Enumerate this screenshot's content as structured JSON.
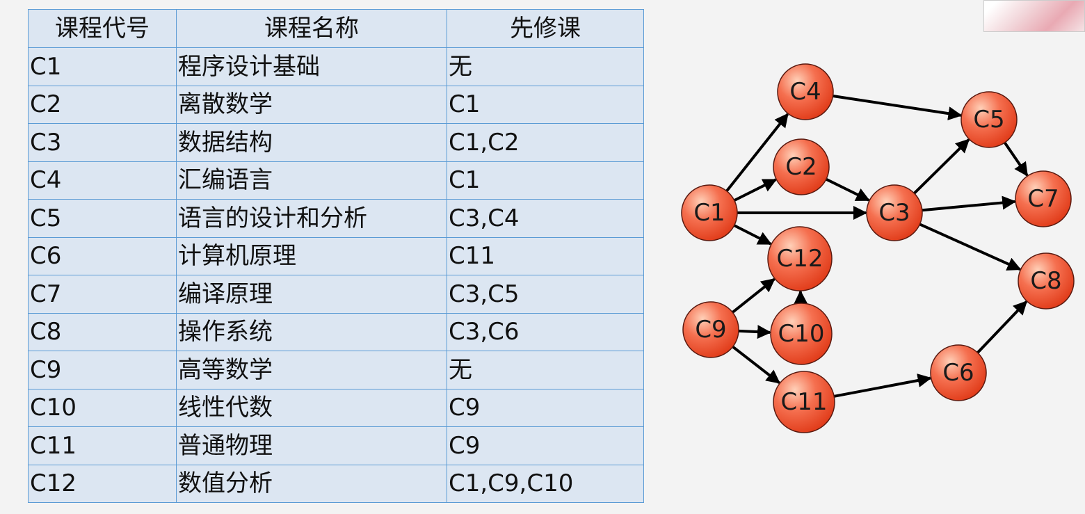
{
  "table": {
    "headers": [
      "课程代号",
      "课程名称",
      "先修课"
    ],
    "rows": [
      [
        "C1",
        "程序设计基础",
        "无"
      ],
      [
        "C2",
        "离散数学",
        "C1"
      ],
      [
        "C3",
        "数据结构",
        "C1,C2"
      ],
      [
        "C4",
        "汇编语言",
        "C1"
      ],
      [
        "C5",
        "语言的设计和分析",
        "C3,C4"
      ],
      [
        "C6",
        "计算机原理",
        "C11"
      ],
      [
        "C7",
        "编译原理",
        "C3,C5"
      ],
      [
        "C8",
        "操作系统",
        "C3,C6"
      ],
      [
        "C9",
        "高等数学",
        "无"
      ],
      [
        "C10",
        "线性代数",
        "C9"
      ],
      [
        "C11",
        "普通物理",
        "C9"
      ],
      [
        "C12",
        "数值分析",
        "C1,C9,C10"
      ]
    ]
  },
  "graph": {
    "nodes": [
      "C1",
      "C2",
      "C3",
      "C4",
      "C5",
      "C6",
      "C7",
      "C8",
      "C9",
      "C10",
      "C11",
      "C12"
    ],
    "edges": [
      [
        "C1",
        "C4"
      ],
      [
        "C1",
        "C2"
      ],
      [
        "C1",
        "C3"
      ],
      [
        "C1",
        "C12"
      ],
      [
        "C2",
        "C3"
      ],
      [
        "C4",
        "C5"
      ],
      [
        "C3",
        "C5"
      ],
      [
        "C3",
        "C7"
      ],
      [
        "C3",
        "C8"
      ],
      [
        "C5",
        "C7"
      ],
      [
        "C9",
        "C12"
      ],
      [
        "C9",
        "C10"
      ],
      [
        "C9",
        "C11"
      ],
      [
        "C10",
        "C12"
      ],
      [
        "C11",
        "C6"
      ],
      [
        "C6",
        "C8"
      ]
    ],
    "colors": {
      "node_fill": "#f05030",
      "node_highlight": "#ffd0b8",
      "node_stroke": "#5a1a10",
      "edge": "#000000"
    }
  }
}
